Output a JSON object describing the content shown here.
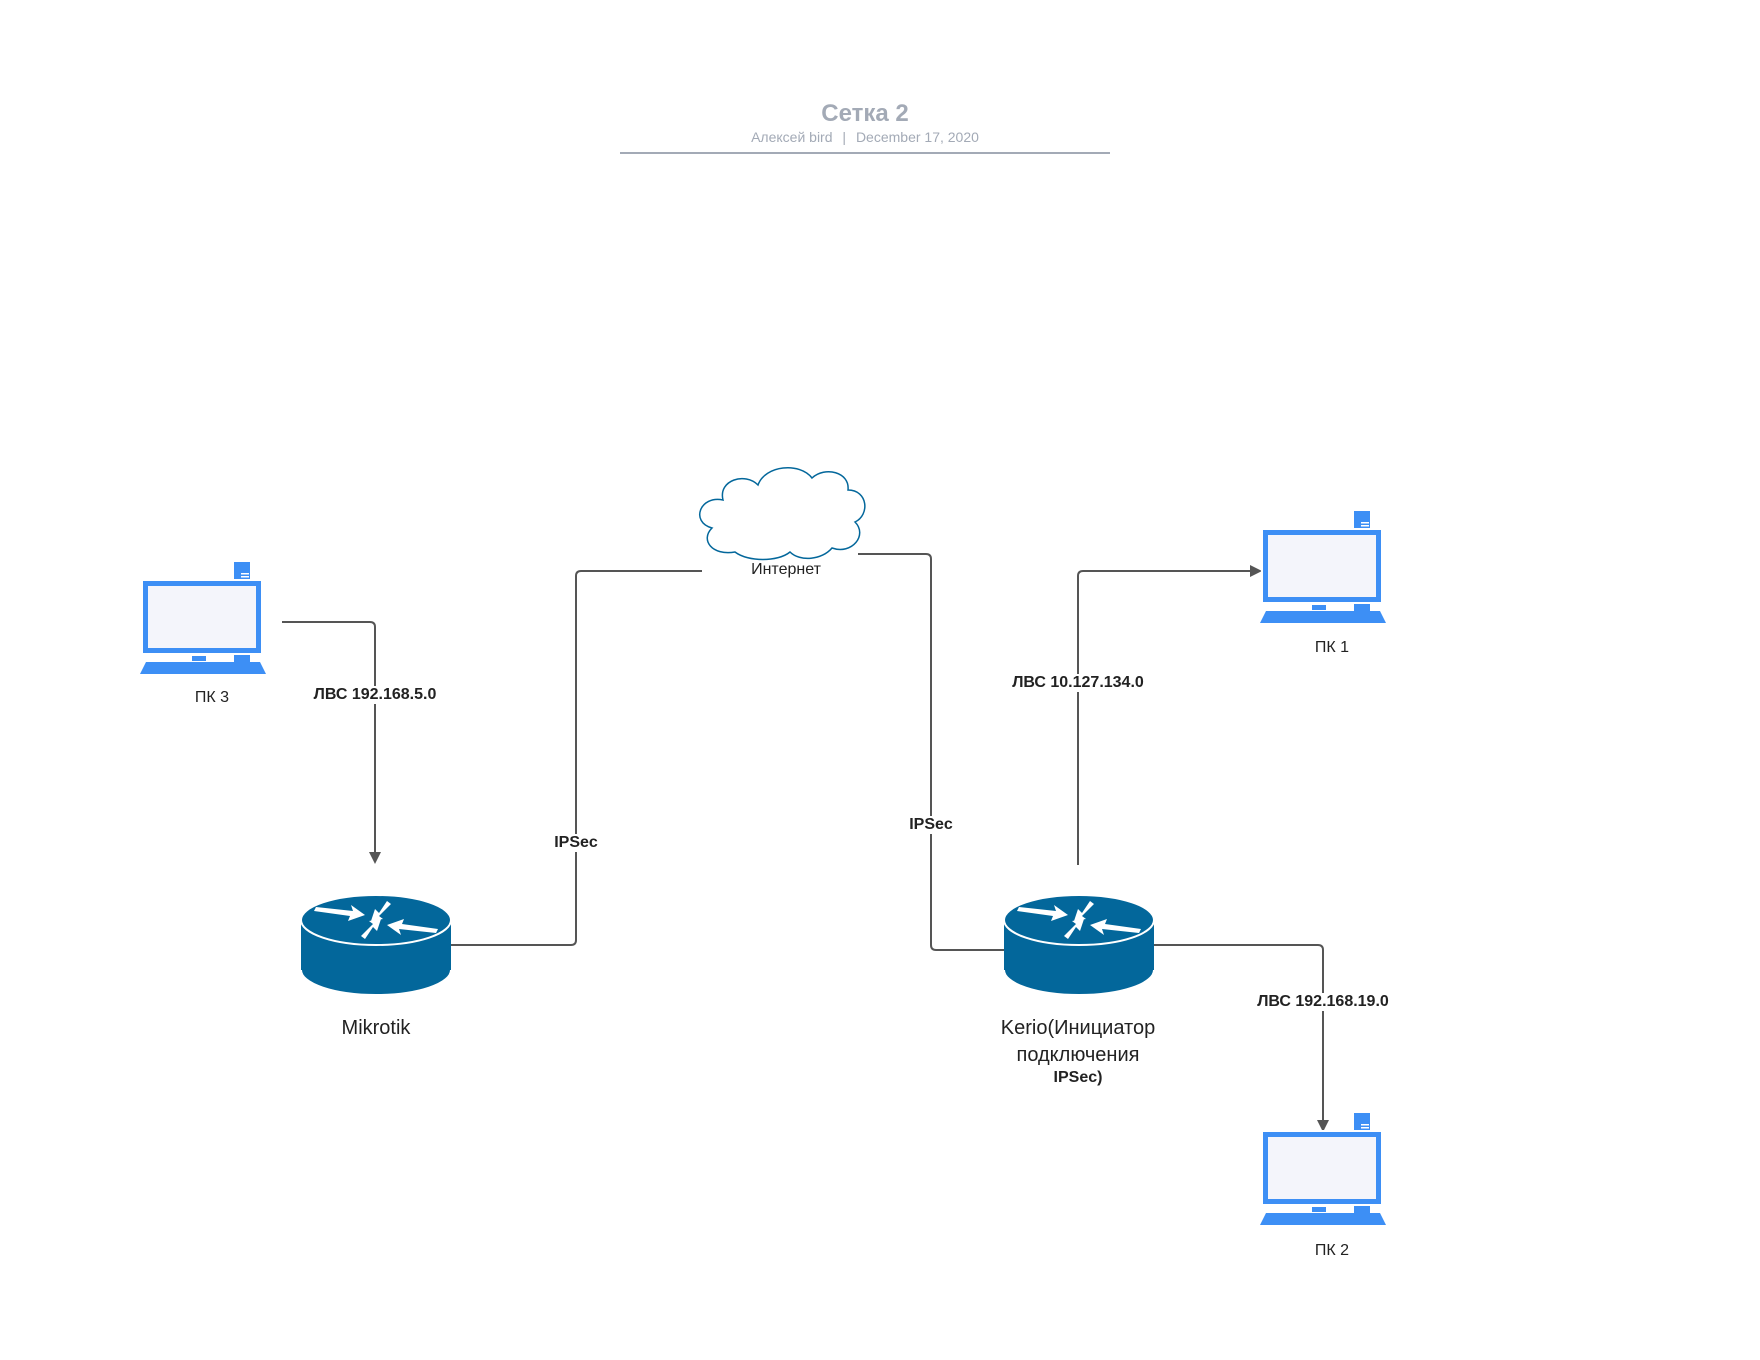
{
  "header": {
    "title": "Сетка 2",
    "author": "Алексей bird",
    "separator": "|",
    "date": "December 17, 2020"
  },
  "nodes": {
    "pc3": {
      "label": "ПК 3"
    },
    "pc1": {
      "label": "ПК 1"
    },
    "pc2": {
      "label": "ПК 2"
    },
    "mikrotik": {
      "label": "Mikrotik"
    },
    "kerio": {
      "label_line1": "Kerio(Инициатор",
      "label_line2": "подключения",
      "label_line3": "IPSec)"
    },
    "internet": {
      "label": "Интернет"
    }
  },
  "edges": {
    "pc3_mikrotik": {
      "label": "ЛВС 192.168.5.0"
    },
    "mikrotik_internet": {
      "label": "IPSec"
    },
    "internet_kerio": {
      "label": "IPSec"
    },
    "kerio_pc1": {
      "label": "ЛВС 10.127.134.0"
    },
    "kerio_pc2": {
      "label": "ЛВС 192.168.19.0"
    }
  },
  "colors": {
    "computer": "#3d8ff5",
    "computer_screen": "#f4f5fb",
    "router": "#03679b",
    "line": "#555555",
    "title": "#a3aab6"
  }
}
